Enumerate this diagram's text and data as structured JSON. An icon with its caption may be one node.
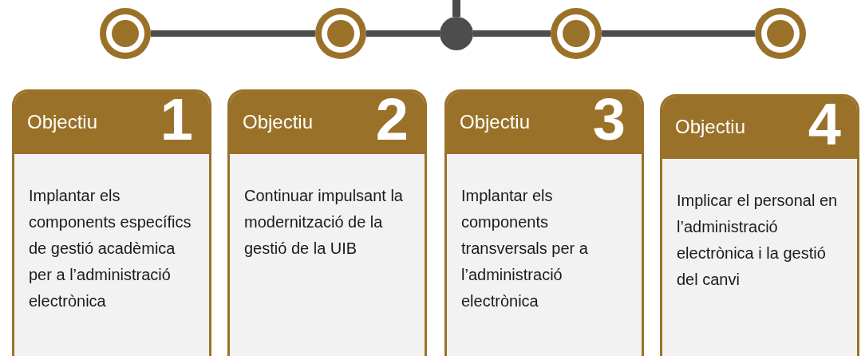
{
  "diagram": {
    "nodes": [
      {
        "text": [],
        "shape": "circle"
      },
      {
        "text": [],
        "shape": "circle"
      },
      {
        "text": [],
        "shape": "circle"
      },
      {
        "text": [],
        "shape": "circle"
      },
      {
        "text": [],
        "shape": "circle"
      },
      {
        "text": [
          "Objectiu",
          "1",
          "Implantar els components específics de gestió acadèmica per a l’administració electrònica"
        ]
      },
      {
        "text": [
          "Objectiu",
          "2",
          "Continuar impulsant la modernització de la gestió de la UIB"
        ]
      },
      {
        "text": [
          "Objectiu",
          "3",
          "Implantar els components transversals per a l’administració electrònica"
        ]
      },
      {
        "text": [
          "Objectiu",
          "4",
          "Implicar el personal en l’administració electrònica i la gestió del canvi"
        ]
      }
    ],
    "edges": [
      {
        "from": 0,
        "to": 1,
        "arrow": "none"
      },
      {
        "from": 1,
        "to": 2,
        "arrow": "none"
      },
      {
        "from": 2,
        "to": 3,
        "arrow": "none"
      },
      {
        "from": 3,
        "to": 4,
        "arrow": "none"
      },
      {
        "from": null,
        "to": 2,
        "arrow": "none"
      }
    ]
  }
}
